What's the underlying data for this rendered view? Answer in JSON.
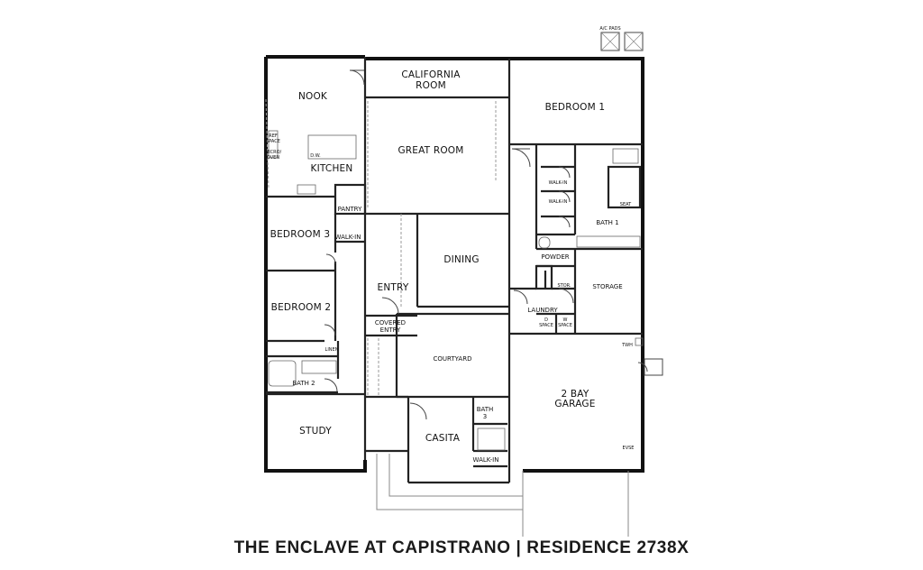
{
  "title": "THE ENCLAVE AT CAPISTRANO | RESIDENCE 2738X",
  "rooms": {
    "california_room_1": "CALIFORNIA",
    "california_room_2": "ROOM",
    "nook": "NOOK",
    "kitchen": "KITCHEN",
    "great_room": "GREAT ROOM",
    "bedroom1": "BEDROOM 1",
    "bedroom2": "BEDROOM 2",
    "bedroom3": "BEDROOM 3",
    "walk_in_bed3": "WALK-IN",
    "pantry": "PANTRY",
    "entry": "ENTRY",
    "dining": "DINING",
    "covered_entry_1": "COVERED",
    "covered_entry_2": "ENTRY",
    "courtyard": "COURTYARD",
    "bath2": "BATH 2",
    "study": "STUDY",
    "casita": "CASITA",
    "bath3_1": "BATH",
    "bath3_2": "3",
    "walk_in_casita": "WALK-IN",
    "garage_1": "2 BAY",
    "garage_2": "GARAGE",
    "storage": "STORAGE",
    "laundry": "LAUNDRY",
    "powder": "POWDER",
    "stor": "STOR.",
    "bath1": "BATH 1",
    "walk_in_1": "WALK-IN",
    "walk_in_2": "WALK-IN",
    "seat": "SEAT"
  },
  "fixtures": {
    "ac_pads": "A/C PADS",
    "twh": "TWH",
    "evse": "EVSE",
    "dw": "D.W.",
    "ref_space_1": "REF",
    "ref_space_2": "SPACE",
    "micro_oven_1": "MICRO/",
    "micro_oven_2": "OVEN",
    "d_space_1": "D",
    "d_space_2": "SPACE",
    "w_space_1": "W",
    "w_space_2": "SPACE",
    "linen": "LINEN"
  }
}
